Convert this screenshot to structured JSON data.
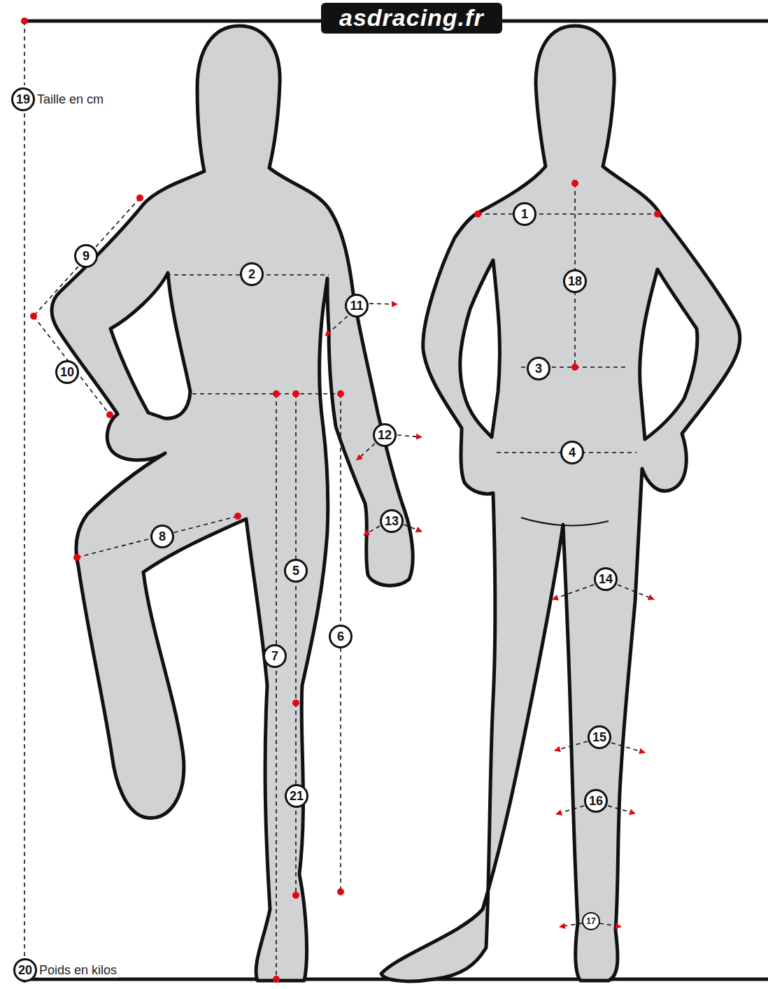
{
  "diagram": {
    "title": "asdracing.fr",
    "nodes": [
      {
        "text": [
          "19",
          "Taille en cm"
        ]
      },
      {
        "text": [
          "9"
        ]
      },
      {
        "text": [
          "1"
        ]
      },
      {
        "text": [
          "2"
        ]
      },
      {
        "text": [
          "18"
        ]
      },
      {
        "text": [
          "11"
        ]
      },
      {
        "text": [
          "3"
        ]
      },
      {
        "text": [
          "10"
        ]
      },
      {
        "text": [
          "12"
        ]
      },
      {
        "text": [
          "4"
        ]
      },
      {
        "text": [
          "13"
        ]
      },
      {
        "text": [
          "8"
        ]
      },
      {
        "text": [
          "5"
        ]
      },
      {
        "text": [
          "14"
        ]
      },
      {
        "text": [
          "6"
        ]
      },
      {
        "text": [
          "7"
        ]
      },
      {
        "text": [
          "15"
        ]
      },
      {
        "text": [
          "21"
        ]
      },
      {
        "text": [
          "16"
        ]
      },
      {
        "text": [
          "17"
        ]
      },
      {
        "text": [
          "20",
          "Poids en kilos"
        ]
      }
    ]
  }
}
